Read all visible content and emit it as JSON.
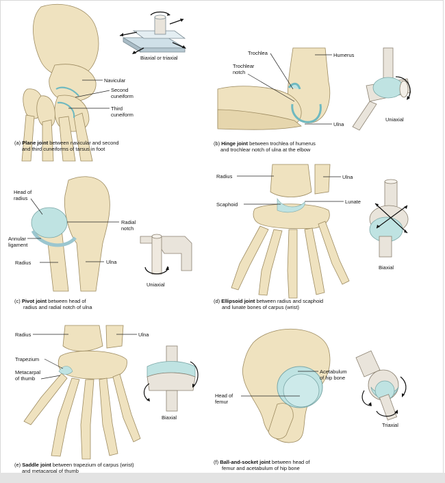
{
  "colors": {
    "bone": "#efe2bf",
    "bone_shade": "#d9c79a",
    "cartilage": "#bfe3e2",
    "model": "#e9e4db",
    "plate": "#cfe0e8"
  },
  "panels": {
    "a": {
      "caption_letter": "(a)",
      "caption_bold": "Plane joint",
      "caption_rest": " between navicular and second",
      "caption_line2": "and third cuneiforms of tarsus in foot",
      "labels": {
        "navicular": "Navicular",
        "second": "Second\ncuneiform",
        "third": "Third\ncuneiform",
        "movement": "Biaxial or triaxial"
      }
    },
    "b": {
      "caption_letter": "(b)",
      "caption_bold": "Hinge joint",
      "caption_rest": " between trochlea of humerus",
      "caption_line2": "and trochlear notch of ulna at the elbow",
      "labels": {
        "trochlea": "Trochlea",
        "humerus": "Humerus",
        "trochlear_notch": "Trochlear\nnotch",
        "ulna": "Ulna",
        "movement": "Uniaxial"
      }
    },
    "c": {
      "caption_letter": "(c)",
      "caption_bold": "Pivot joint",
      "caption_rest": " between head of",
      "caption_line2": "radius and radial notch of ulna",
      "labels": {
        "head": "Head of\nradius",
        "radial_notch": "Radial\nnotch",
        "annular": "Annular\nligament",
        "radius": "Radius",
        "ulna": "Ulna",
        "movement": "Uniaxial"
      }
    },
    "d": {
      "caption_letter": "(d)",
      "caption_bold": "Ellipsoid joint",
      "caption_rest": " between radius and scaphoid",
      "caption_line2": "and lunate bones of carpus (wrist)",
      "labels": {
        "radius": "Radius",
        "ulna": "Ulna",
        "scaphoid": "Scaphoid",
        "lunate": "Lunate",
        "movement": "Biaxial"
      }
    },
    "e": {
      "caption_letter": "(e)",
      "caption_bold": "Saddle joint",
      "caption_rest": " between trapezium of carpus (wrist)",
      "caption_line2": "and metacarpal of thumb",
      "labels": {
        "radius": "Radius",
        "ulna": "Ulna",
        "trapezium": "Trapezium",
        "metacarpal": "Metacarpal\nof thumb",
        "movement": "Biaxial"
      }
    },
    "f": {
      "caption_letter": "(f)",
      "caption_bold": "Ball-and-socket joint",
      "caption_rest": " between head of",
      "caption_line2": "femur and acetabulum of hip bone",
      "labels": {
        "acetabulum": "Acetabulum\nof hip bone",
        "head": "Head of\nfemur",
        "movement": "Triaxial"
      }
    }
  }
}
